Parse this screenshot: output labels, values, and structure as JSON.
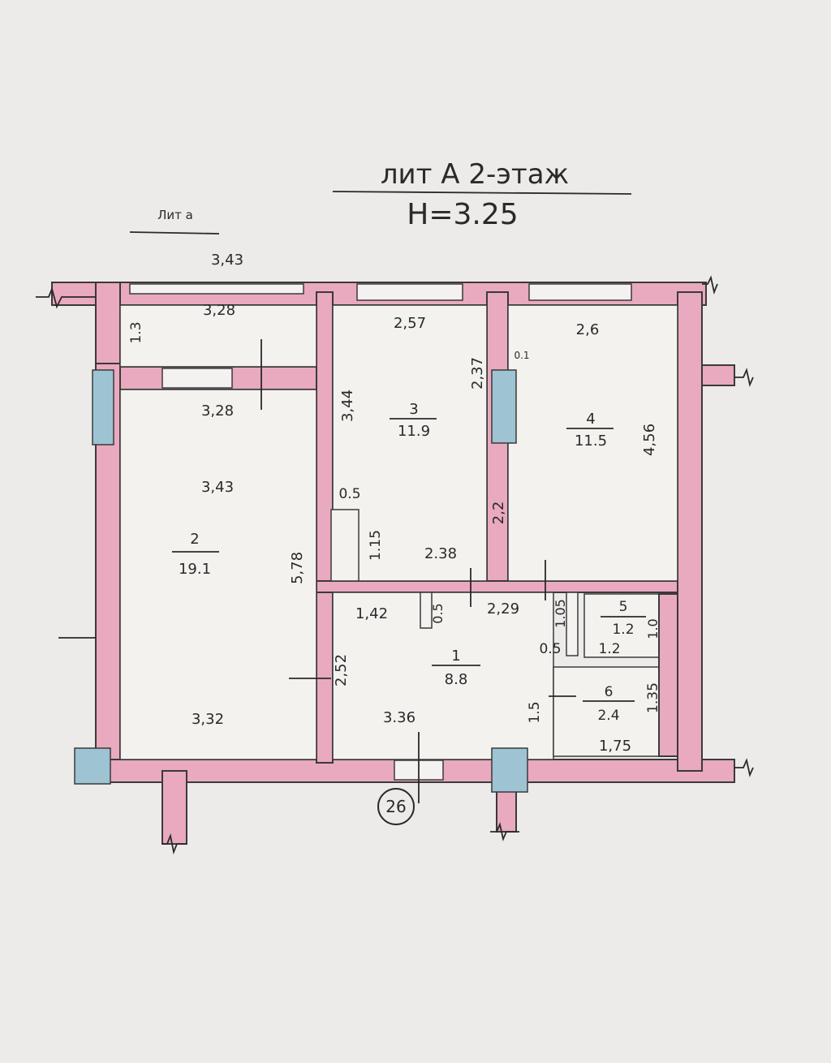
{
  "header": {
    "title": "лит А 2-этаж",
    "height": "H=3.25",
    "lit_a": "Лит а"
  },
  "building_number": "26",
  "rooms": {
    "r1": {
      "number": "1",
      "area": "8.8"
    },
    "r2": {
      "number": "2",
      "area": "19.1"
    },
    "r3": {
      "number": "3",
      "area": "11.9"
    },
    "r4": {
      "number": "4",
      "area": "11.5"
    },
    "r5": {
      "number": "5",
      "area": "1.2"
    },
    "r6": {
      "number": "6",
      "area": "2.4"
    }
  },
  "dims": {
    "balcony_outer": "3,43",
    "balcony_top": "3,28",
    "balcony_side": "1.3",
    "balcony_bottom": "3,28",
    "r2_top": "3,43",
    "r2_side": "5,78",
    "r2_bottom": "3,32",
    "r3_top": "2,57",
    "r3_left": "3,44",
    "r3_right_upper": "2,37",
    "r3_right_lower": "2,2",
    "r3_niche_w": "0.5",
    "r3_niche_h": "1.15",
    "r3_bottom": "2.38",
    "r4_top": "2,6",
    "r4_offset": "0.1",
    "r4_side": "4,56",
    "r1_top_left": "1,42",
    "r1_niche": "0.5",
    "r1_top_right": "2,29",
    "r1_small": "1.05",
    "r1_left": "2,52",
    "r1_bottom": "3.36",
    "r1_right": "1.5",
    "r5_door": "0.5",
    "r5_w": "1.2",
    "r5_h": "1.0",
    "r6_h": "1.35",
    "r6_w": "1,75"
  }
}
